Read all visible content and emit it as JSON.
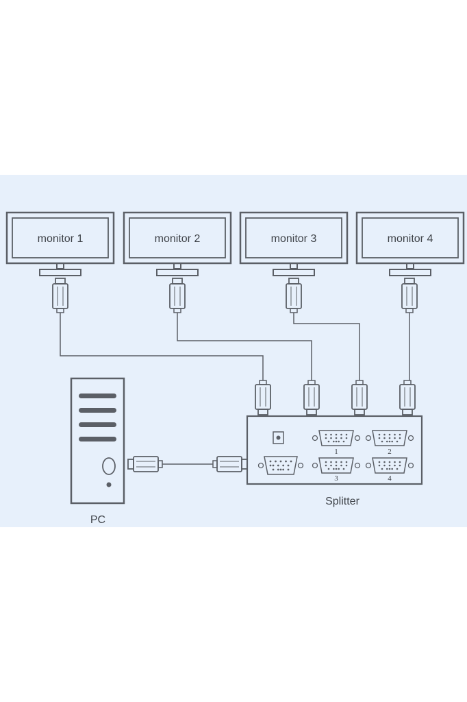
{
  "colors": {
    "panel_background": "#e7f0fb",
    "line": "#5b5f66",
    "text": "#3f4349"
  },
  "monitors": [
    {
      "label": "monitor 1"
    },
    {
      "label": "monitor 2"
    },
    {
      "label": "monitor 3"
    },
    {
      "label": "monitor 4"
    }
  ],
  "pc": {
    "label": "PC"
  },
  "splitter": {
    "label": "Splitter",
    "port_numbers": [
      "1",
      "2",
      "3",
      "4"
    ]
  }
}
